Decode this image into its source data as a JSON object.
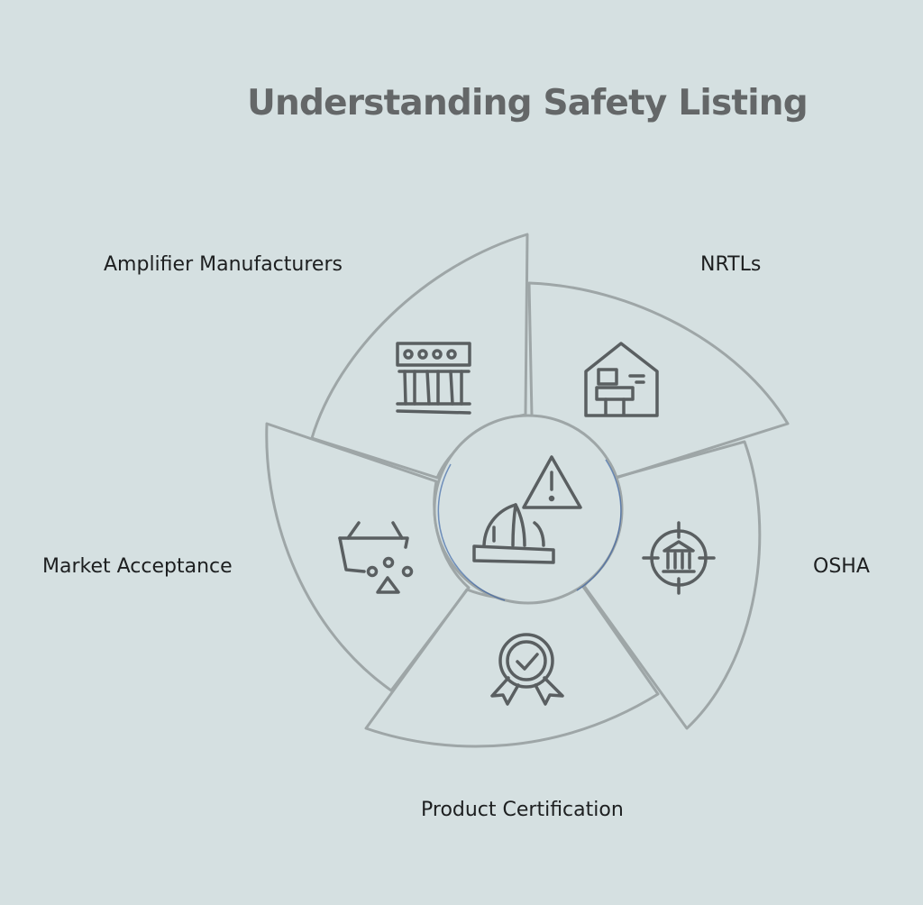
{
  "title": "Understanding Safety Listing",
  "center": {
    "icon": "hard-hat-warning-icon"
  },
  "segments": [
    {
      "label": "Amplifier Manufacturers",
      "icon": "factory-columns-icon"
    },
    {
      "label": "NRTLs",
      "icon": "lab-building-icon"
    },
    {
      "label": "OSHA",
      "icon": "target-government-building-icon"
    },
    {
      "label": "Product Certification",
      "icon": "certified-badge-icon"
    },
    {
      "label": "Market Acceptance",
      "icon": "basket-shapes-icon"
    }
  ],
  "colors": {
    "background": "#d5e0e1",
    "outline": "#9ea6a7",
    "icon": "#5a5f61",
    "center_ring_accent": "#2a56a0",
    "title": "#646768"
  }
}
